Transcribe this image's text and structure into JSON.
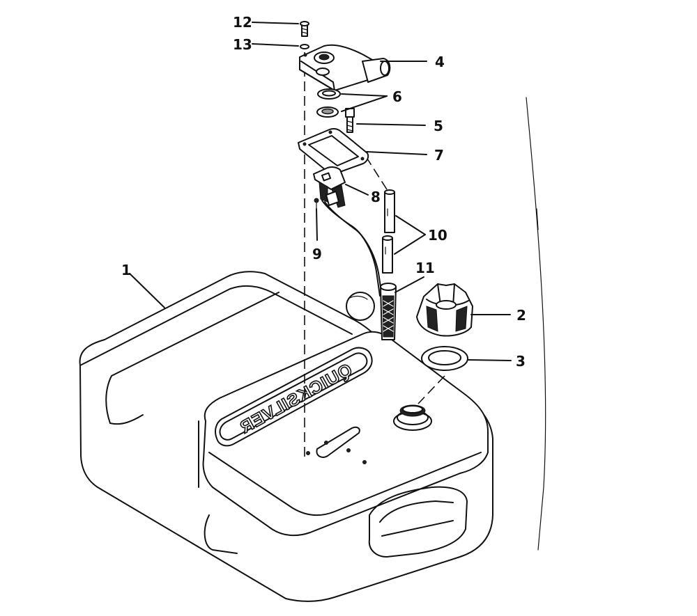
{
  "brand": "QUICKSILVER",
  "callouts": {
    "c1": "1",
    "c2": "2",
    "c3": "3",
    "c4": "4",
    "c5": "5",
    "c6": "6",
    "c7": "7",
    "c8": "8",
    "c9": "9",
    "c10": "10",
    "c11": "11",
    "c12": "12",
    "c13": "13"
  },
  "colors": {
    "ink": "#111111",
    "paper": "#ffffff",
    "shade": "#9a9a9a"
  }
}
